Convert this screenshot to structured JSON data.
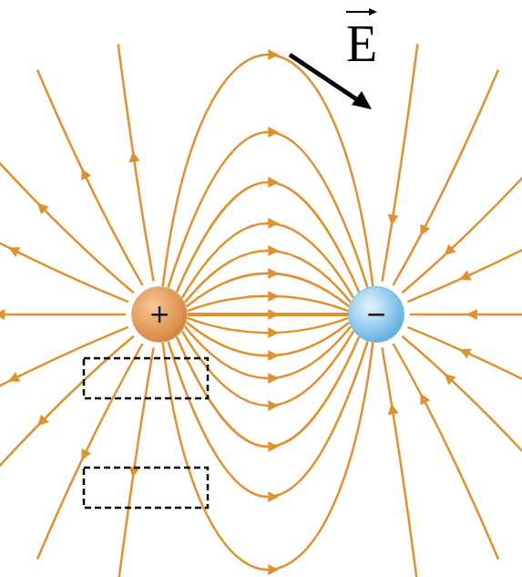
{
  "diagram": {
    "nodes": [
      {
        "text": [
          "+"
        ]
      },
      {
        "text": [
          "−"
        ]
      }
    ],
    "edges": [
      {
        "from": 0,
        "to": 1,
        "arrow": "to"
      },
      {
        "from": 0,
        "to": 1,
        "arrow": "to"
      },
      {
        "from": 0,
        "to": 1,
        "arrow": "to"
      },
      {
        "from": 0,
        "to": 1,
        "arrow": "to"
      },
      {
        "from": 0,
        "to": 1,
        "arrow": "to"
      },
      {
        "from": 0,
        "to": 1,
        "arrow": "to"
      },
      {
        "from": 0,
        "to": 1,
        "arrow": "to"
      },
      {
        "from": 0,
        "to": 1,
        "arrow": "to"
      },
      {
        "from": 0,
        "to": 1,
        "arrow": "to"
      },
      {
        "from": 0,
        "to": 1,
        "arrow": "to"
      },
      {
        "from": 0,
        "to": 1,
        "arrow": "to"
      },
      {
        "from": 0,
        "to": 1,
        "arrow": "to"
      },
      {
        "from": 0,
        "to": 1,
        "arrow": "to"
      },
      {
        "from": 0,
        "to": 1,
        "arrow": "to"
      },
      {
        "from": 0,
        "to": 1,
        "arrow": "to"
      }
    ],
    "labels": [
      "E"
    ]
  }
}
